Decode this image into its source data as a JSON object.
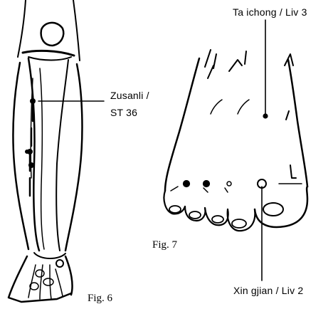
{
  "figure6": {
    "point_name": "Zusanli /",
    "point_code": "ST 36",
    "caption": "Fig. 6"
  },
  "figure7": {
    "top_label": "Ta ichong / Liv 3",
    "bottom_label": "Xin gjian / Liv 2",
    "caption": "Fig. 7"
  },
  "colors": {
    "ink": "#000000",
    "paper": "#ffffff"
  }
}
